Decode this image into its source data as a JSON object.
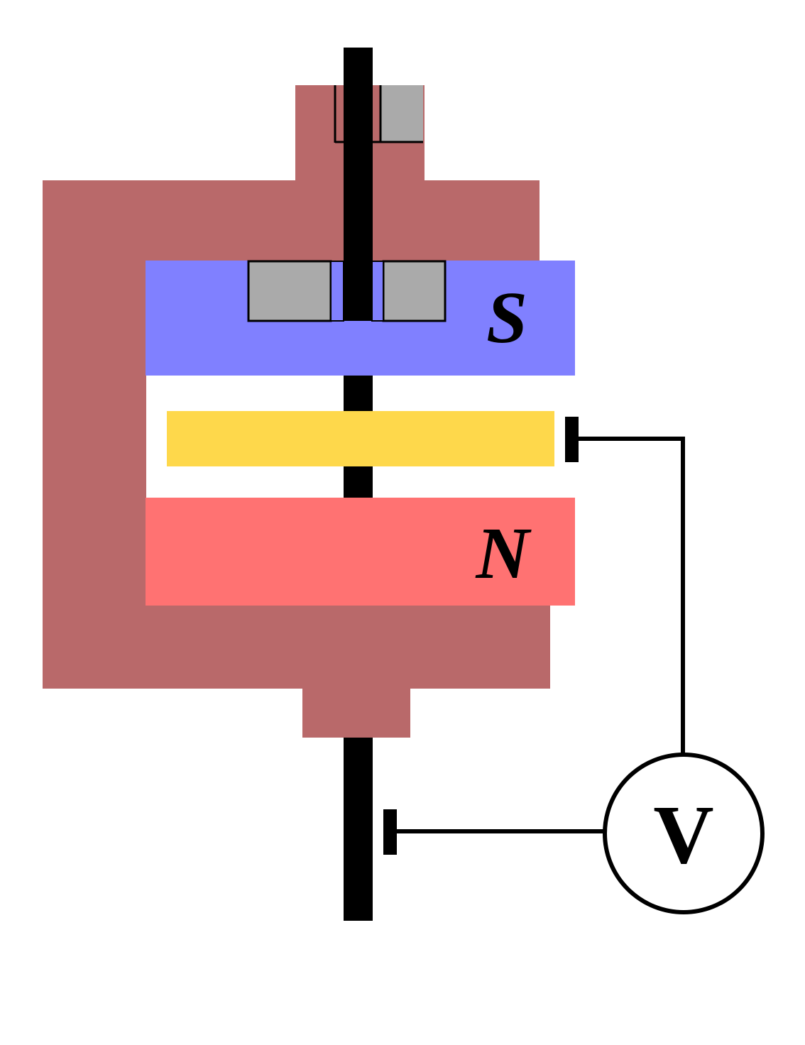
{
  "labels": {
    "south_pole": "S",
    "north_pole": "N",
    "voltmeter": "V"
  },
  "colors": {
    "yoke": "#b9696a",
    "south_pole": "#8080ff",
    "north_pole": "#ff7272",
    "disc": "#fed84b",
    "bearing": "#aaaaaa",
    "shaft": "#000000",
    "wire": "#000000"
  }
}
